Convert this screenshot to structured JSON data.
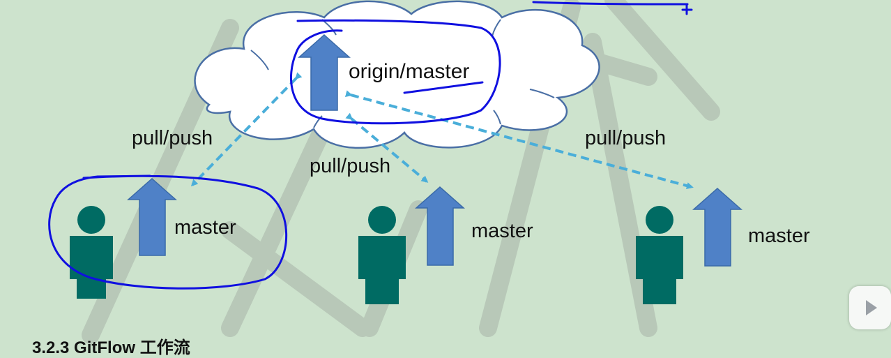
{
  "diagram": {
    "remote": {
      "label": "origin/master"
    },
    "connections": [
      {
        "label": "pull/push"
      },
      {
        "label": "pull/push"
      },
      {
        "label": "pull/push"
      }
    ],
    "developers": [
      {
        "branch_label": "master"
      },
      {
        "branch_label": "master"
      },
      {
        "branch_label": "master"
      }
    ],
    "section_heading": "3.2.3 GitFlow 工作流"
  },
  "colors": {
    "background": "#cde3cd",
    "cloud_fill": "#ffffff",
    "cloud_stroke": "#4a6fa5",
    "branch_arrow": "#4f81c7",
    "person": "#006b63",
    "dashed_arrow": "#4aaed9",
    "annotation_ink": "#1010e0",
    "watermark": "#a8b3a8"
  },
  "icons": {
    "remote_branch": "up-arrow-icon",
    "developer": "person-icon",
    "local_branch": "up-arrow-icon",
    "video_control": "play-icon"
  }
}
